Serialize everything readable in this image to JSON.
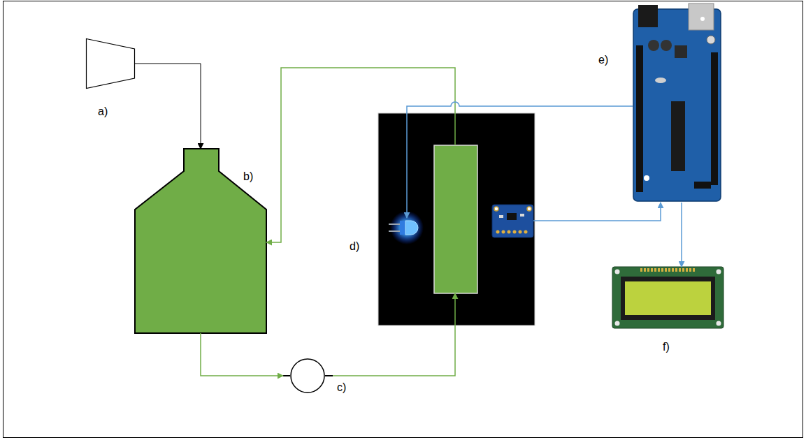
{
  "diagram": {
    "nodes": [
      {
        "text": [
          "a)"
        ]
      },
      {
        "text": [
          "b)"
        ]
      },
      {
        "text": [
          "c)"
        ]
      },
      {
        "text": [
          "d)"
        ]
      },
      {
        "text": [
          "e)"
        ]
      },
      {
        "text": [
          "f)"
        ]
      }
    ],
    "edges": [
      {
        "from": 0,
        "to": 1,
        "arrow": "to"
      },
      {
        "from": 1,
        "to": 2,
        "arrow": "to"
      },
      {
        "from": 2,
        "to": 3,
        "arrow": "to"
      },
      {
        "from": 3,
        "to": 1,
        "arrow": "to"
      },
      {
        "from": 4,
        "to": 3,
        "arrow": "to"
      },
      {
        "from": 3,
        "to": 4,
        "arrow": "to"
      },
      {
        "from": 4,
        "to": 5,
        "arrow": "to"
      }
    ]
  }
}
